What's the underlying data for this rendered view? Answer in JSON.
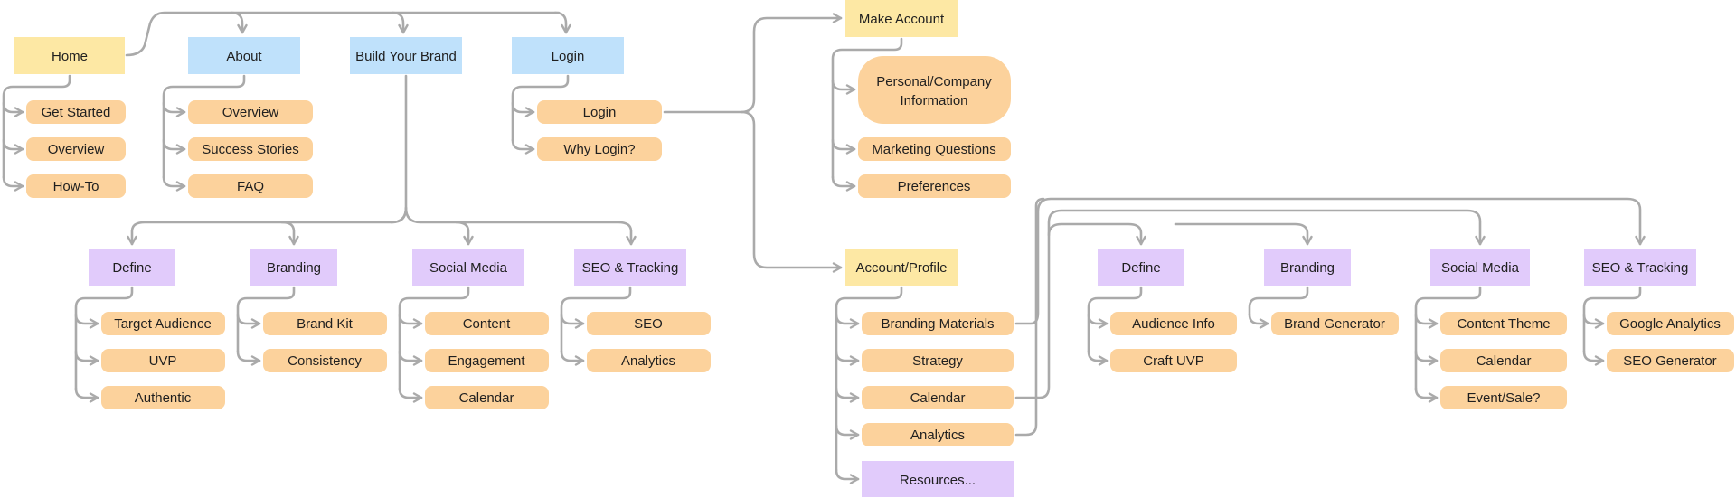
{
  "colors": {
    "yellow": "#fde8a4",
    "blue": "#bfe1fb",
    "purple": "#e1cbfb",
    "orange": "#fcd29c",
    "connector": "#aaaaaa"
  },
  "nodes": {
    "home": "Home",
    "about": "About",
    "build": "Build Your Brand",
    "login_top": "Login",
    "get_started": "Get Started",
    "home_overview": "Overview",
    "howto": "How-To",
    "about_overview": "Overview",
    "success": "Success Stories",
    "faq": "FAQ",
    "login": "Login",
    "why_login": "Why Login?",
    "make_account": "Make Account",
    "personal_l1": "Personal/Company",
    "personal_l2": "Information",
    "marketing_q": "Marketing Questions",
    "preferences": "Preferences",
    "define": "Define",
    "branding": "Branding",
    "social": "Social Media",
    "seo_track": "SEO & Tracking",
    "target_aud": "Target Audience",
    "uvp": "UVP",
    "authentic": "Authentic",
    "brand_kit": "Brand Kit",
    "consistency": "Consistency",
    "content": "Content",
    "engagement": "Engagement",
    "calendar_sm": "Calendar",
    "seo": "SEO",
    "analytics_st": "Analytics",
    "account_profile": "Account/Profile",
    "branding_mat": "Branding Materials",
    "strategy": "Strategy",
    "calendar_ap": "Calendar",
    "analytics_ap": "Analytics",
    "resources": "Resources...",
    "define2": "Define",
    "branding2": "Branding",
    "social2": "Social Media",
    "seo_track2": "SEO & Tracking",
    "audience_info": "Audience Info",
    "craft_uvp": "Craft UVP",
    "brand_gen": "Brand Generator",
    "content_theme": "Content Theme",
    "calendar2": "Calendar",
    "event_sale": "Event/Sale?",
    "google_analytics": "Google Analytics",
    "seo_gen": "SEO Generator"
  }
}
